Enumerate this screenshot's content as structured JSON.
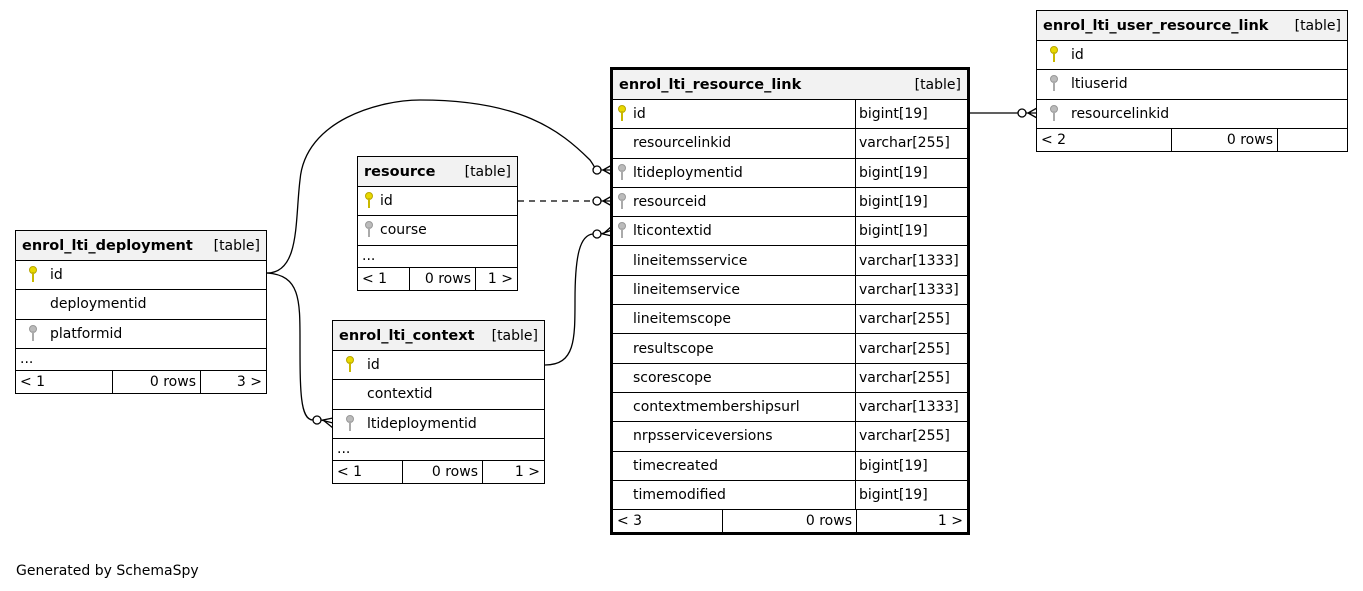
{
  "generated_by": "Generated by SchemaSpy",
  "tables": {
    "enrol_lti_user_resource_link": {
      "name": "enrol_lti_user_resource_link",
      "type": "[table]",
      "columns": [
        {
          "name": "id",
          "key": "pk",
          "datatype": ""
        },
        {
          "name": "ltiuserid",
          "key": "fk",
          "datatype": ""
        },
        {
          "name": "resourcelinkid",
          "key": "fk",
          "datatype": ""
        }
      ],
      "footer": {
        "prev": "< 2",
        "rows": "0 rows",
        "next": ""
      }
    },
    "enrol_lti_resource_link": {
      "name": "enrol_lti_resource_link",
      "type": "[table]",
      "columns": [
        {
          "name": "id",
          "key": "pk",
          "datatype": "bigint[19]"
        },
        {
          "name": "resourcelinkid",
          "key": "",
          "datatype": "varchar[255]"
        },
        {
          "name": "ltideploymentid",
          "key": "fk",
          "datatype": "bigint[19]"
        },
        {
          "name": "resourceid",
          "key": "fk",
          "datatype": "bigint[19]"
        },
        {
          "name": "lticontextid",
          "key": "fk",
          "datatype": "bigint[19]"
        },
        {
          "name": "lineitemsservice",
          "key": "",
          "datatype": "varchar[1333]"
        },
        {
          "name": "lineitemservice",
          "key": "",
          "datatype": "varchar[1333]"
        },
        {
          "name": "lineitemscope",
          "key": "",
          "datatype": "varchar[255]"
        },
        {
          "name": "resultscope",
          "key": "",
          "datatype": "varchar[255]"
        },
        {
          "name": "scorescope",
          "key": "",
          "datatype": "varchar[255]"
        },
        {
          "name": "contextmembershipsurl",
          "key": "",
          "datatype": "varchar[1333]"
        },
        {
          "name": "nrpsserviceversions",
          "key": "",
          "datatype": "varchar[255]"
        },
        {
          "name": "timecreated",
          "key": "",
          "datatype": "bigint[19]"
        },
        {
          "name": "timemodified",
          "key": "",
          "datatype": "bigint[19]"
        }
      ],
      "footer": {
        "prev": "< 3",
        "rows": "0 rows",
        "next": "1 >"
      }
    },
    "resource": {
      "name": "resource",
      "type": "[table]",
      "columns": [
        {
          "name": "id",
          "key": "pk",
          "datatype": ""
        },
        {
          "name": "course",
          "key": "fk",
          "datatype": ""
        }
      ],
      "ellipsis": "...",
      "footer": {
        "prev": "< 1",
        "rows": "0 rows",
        "next": "1 >"
      }
    },
    "enrol_lti_deployment": {
      "name": "enrol_lti_deployment",
      "type": "[table]",
      "columns": [
        {
          "name": "id",
          "key": "pk",
          "datatype": ""
        },
        {
          "name": "deploymentid",
          "key": "",
          "datatype": ""
        },
        {
          "name": "platformid",
          "key": "fk",
          "datatype": ""
        }
      ],
      "ellipsis": "...",
      "footer": {
        "prev": "< 1",
        "rows": "0 rows",
        "next": "3 >"
      }
    },
    "enrol_lti_context": {
      "name": "enrol_lti_context",
      "type": "[table]",
      "columns": [
        {
          "name": "id",
          "key": "pk",
          "datatype": ""
        },
        {
          "name": "contextid",
          "key": "",
          "datatype": ""
        },
        {
          "name": "ltideploymentid",
          "key": "fk",
          "datatype": ""
        }
      ],
      "ellipsis": "...",
      "footer": {
        "prev": "< 1",
        "rows": "0 rows",
        "next": "1 >"
      }
    }
  }
}
